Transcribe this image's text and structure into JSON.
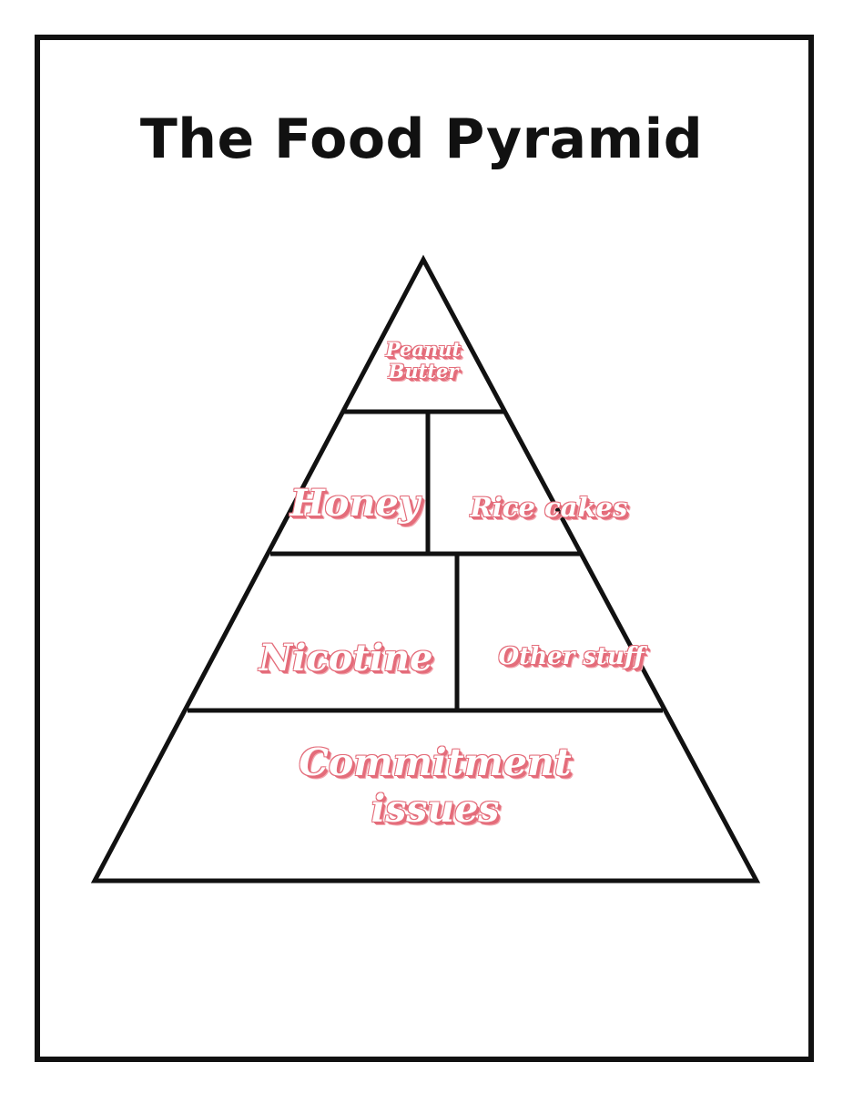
{
  "title": "The Food Pyramid",
  "colors": {
    "outline": "#111111",
    "label_fill": "#ffffff",
    "label_shadow": "#e46c7a"
  },
  "tiers": {
    "top": {
      "line1": "Peanut",
      "line2": "Butter"
    },
    "second": {
      "left": "Honey",
      "right": "Rice cakes"
    },
    "third": {
      "left": "Nicotine",
      "right": "Other stuff"
    },
    "base": {
      "line1": "Commitment",
      "line2": "issues"
    }
  }
}
